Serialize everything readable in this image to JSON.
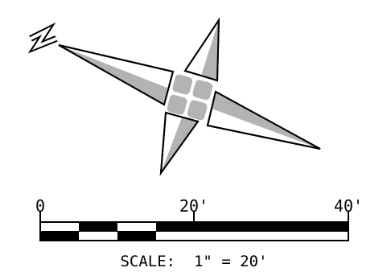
{
  "north_arrow": {
    "north_letter": "N",
    "fill_color": "#b3b3b3",
    "line_color": "#000000"
  },
  "scale_bar": {
    "tick_labels": [
      "0",
      "20'",
      "40'"
    ],
    "caption": "SCALE:  1\" = 20'",
    "fill_color": "#000000",
    "background_color": "#ffffff"
  }
}
